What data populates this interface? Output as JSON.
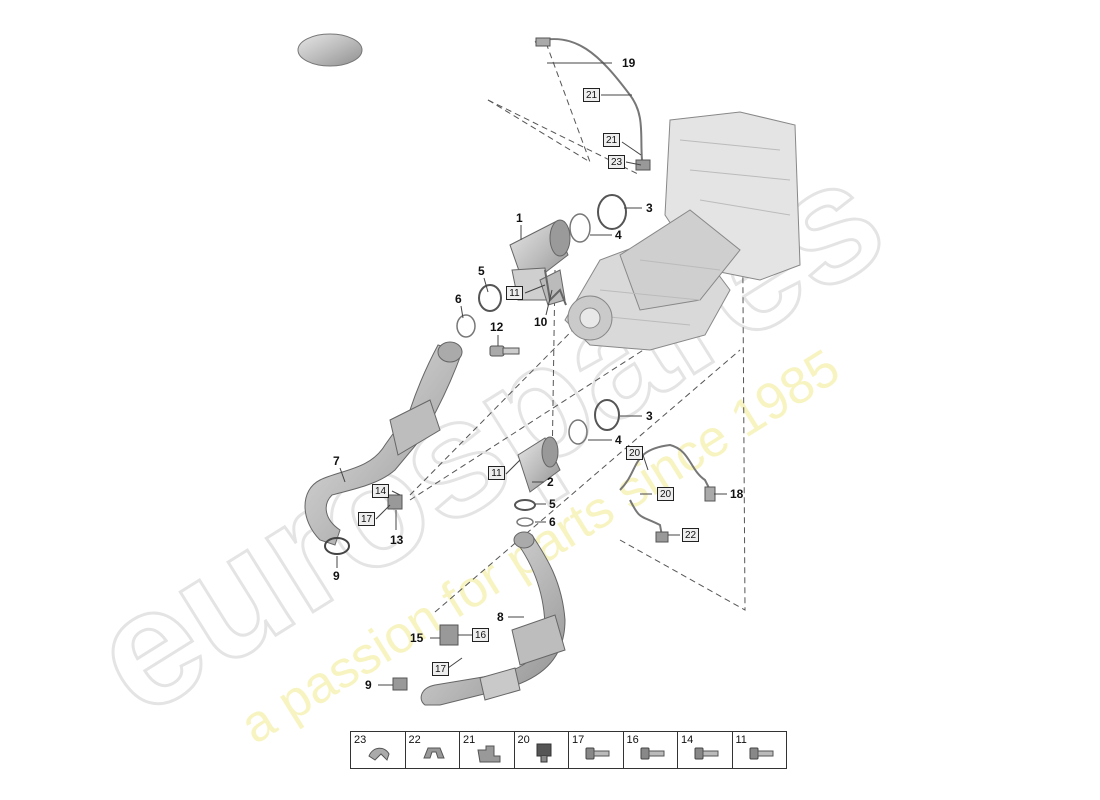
{
  "watermark": {
    "brand": "eurospares",
    "tagline": "a passion for parts since 1985"
  },
  "callouts": {
    "c1": "1",
    "c2": "2",
    "c3a": "3",
    "c3b": "3",
    "c4a": "4",
    "c4b": "4",
    "c5a": "5",
    "c5b": "5",
    "c6a": "6",
    "c6b": "6",
    "c7": "7",
    "c8": "8",
    "c9a": "9",
    "c9b": "9",
    "c10": "10",
    "c12": "12",
    "c13": "13",
    "c15": "15",
    "c18": "18",
    "c19": "19"
  },
  "boxed_callouts": {
    "b21a": "21",
    "b21b": "21",
    "b23": "23",
    "b11a": "11",
    "b11b": "11",
    "b14": "14",
    "b17a": "17",
    "b17b": "17",
    "b16": "16",
    "b20a": "20",
    "b20b": "20",
    "b22": "22"
  },
  "legend": [
    {
      "number": "23",
      "icon": "clip-icon"
    },
    {
      "number": "22",
      "icon": "clamp-icon"
    },
    {
      "number": "21",
      "icon": "bracket-clip-icon"
    },
    {
      "number": "20",
      "icon": "holder-icon"
    },
    {
      "number": "17",
      "icon": "bolt-icon"
    },
    {
      "number": "16",
      "icon": "bolt-icon"
    },
    {
      "number": "14",
      "icon": "bolt-icon"
    },
    {
      "number": "11",
      "icon": "bolt-icon"
    }
  ]
}
